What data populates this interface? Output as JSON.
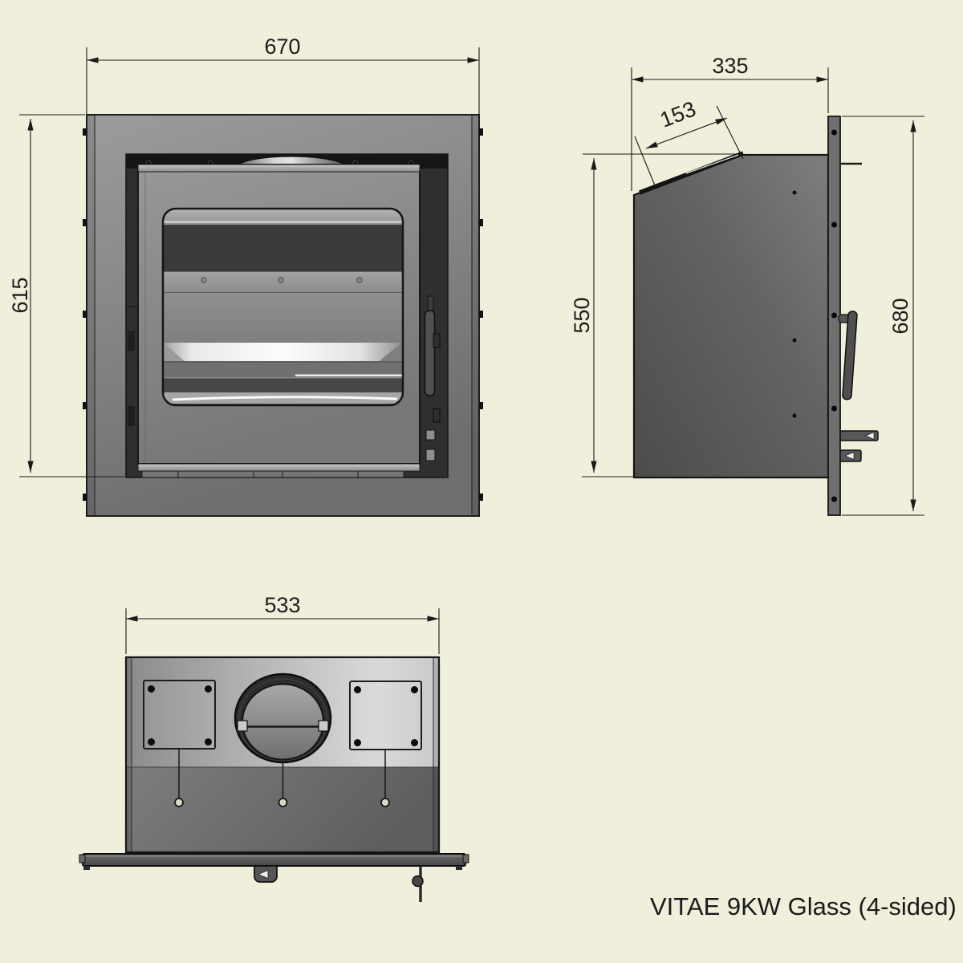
{
  "title": "VITAE 9KW Glass (4-sided)",
  "dimensions": {
    "front_width": "670",
    "front_height": "615",
    "side_depth": "335",
    "side_flue_slope": "153",
    "side_body_height": "550",
    "side_frame_height": "680",
    "top_width": "533"
  },
  "colors": {
    "background": "#f0efdb",
    "line": "#1a1a1a",
    "steel_dark": "#4e4e4e",
    "steel_mid": "#7a7a7a",
    "steel_light": "#c9c9c9",
    "glass_dark_band": "#3a3a3a",
    "reflection_white": "#fdfdfd"
  }
}
